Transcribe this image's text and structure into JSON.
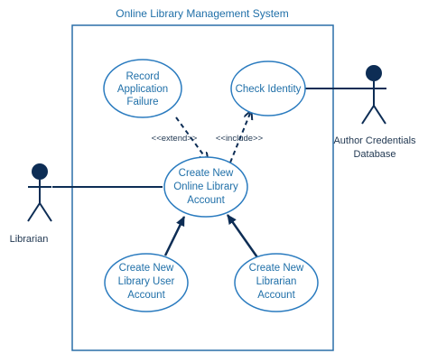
{
  "system": {
    "title": "Online Library Management System"
  },
  "use_cases": {
    "record_failure": [
      "Record",
      "Application",
      "Failure"
    ],
    "check_identity": [
      "Check Identity"
    ],
    "create_online_account": [
      "Create New",
      "Online Library",
      "Account"
    ],
    "create_user_account": [
      "Create New",
      "Library User",
      "Account"
    ],
    "create_librarian_account": [
      "Create New",
      "Librarian",
      "Account"
    ]
  },
  "actors": {
    "librarian": [
      "Librarian"
    ],
    "author_db": [
      "Author Credentials",
      "Database"
    ]
  },
  "relations": {
    "extend": "<<extend>>",
    "include": "<<include>>"
  },
  "colors": {
    "boundary": "#2a6fa8",
    "usecase_stroke": "#2a7bbf",
    "usecase_text": "#1f6fa8",
    "actor_head": "#0d2d55",
    "connector": "#0d2d55"
  }
}
